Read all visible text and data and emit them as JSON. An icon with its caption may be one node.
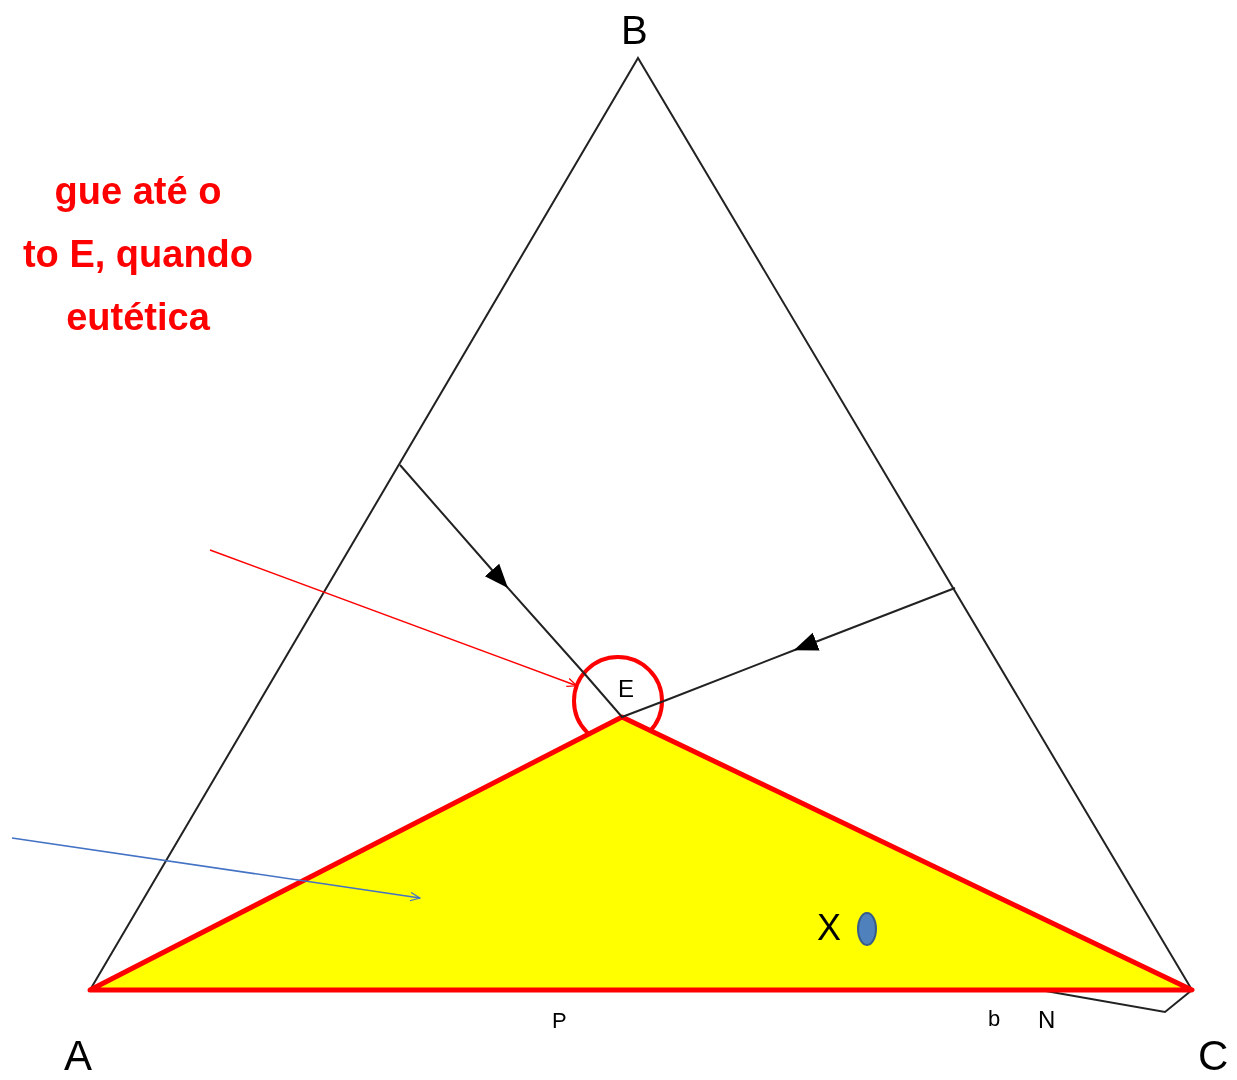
{
  "diagram": {
    "nodes": [
      {
        "text": [
          "E"
        ]
      },
      {
        "text": [],
        "shape": "triangle"
      }
    ],
    "edges": [
      {
        "from": null,
        "to": 0,
        "arrow": "to",
        "color": "#ff0000"
      },
      {
        "from": null,
        "to": 1,
        "arrow": "to",
        "color": "#4472c4"
      }
    ],
    "labels": [
      "B",
      "gue até o",
      "to E, quando",
      "eutética",
      "X",
      "A",
      "P",
      "b",
      "N",
      "C"
    ]
  }
}
